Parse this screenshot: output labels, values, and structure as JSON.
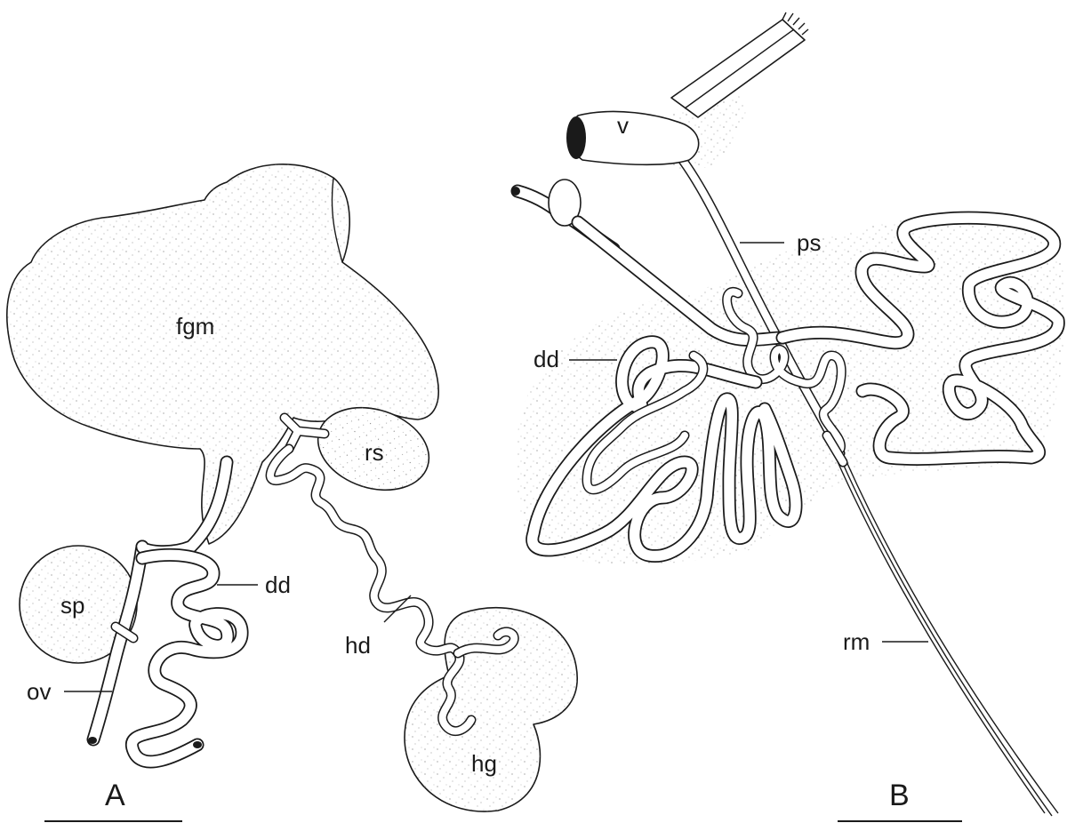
{
  "panels": {
    "a": {
      "panel_label": "A",
      "labels": {
        "fgm": "fgm",
        "rs": "rs",
        "sp": "sp",
        "dd": "dd",
        "hd": "hd",
        "ov": "ov",
        "hg": "hg"
      }
    },
    "b": {
      "panel_label": "B",
      "labels": {
        "v": "v",
        "ps": "ps",
        "dd": "dd",
        "rm": "rm"
      }
    }
  },
  "colors": {
    "ink": "#1a1a1a",
    "paper": "#ffffff",
    "stipple": "#7a7a7a"
  }
}
